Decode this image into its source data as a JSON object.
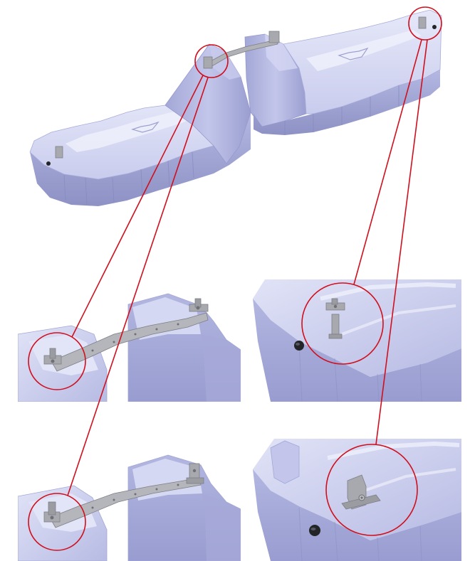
{
  "diagram": {
    "colors": {
      "tank_light": "#d9dbf3",
      "tank_mid": "#b9bde6",
      "tank_dark": "#9095c9",
      "tank_shadow": "#7c80b3",
      "bracket": "#a7a9ae",
      "bracket_dark": "#7d7f86",
      "callout": "#d0101e",
      "cap": "#222428"
    },
    "views": [
      {
        "name": "overview",
        "content": "full-tank"
      },
      {
        "name": "detail-bridge-loose",
        "content": "strap-bridge"
      },
      {
        "name": "detail-end-loose",
        "content": "end-clamp"
      },
      {
        "name": "detail-bridge-installed",
        "content": "strap-bridge"
      },
      {
        "name": "detail-end-installed",
        "content": "end-clamp"
      }
    ]
  }
}
